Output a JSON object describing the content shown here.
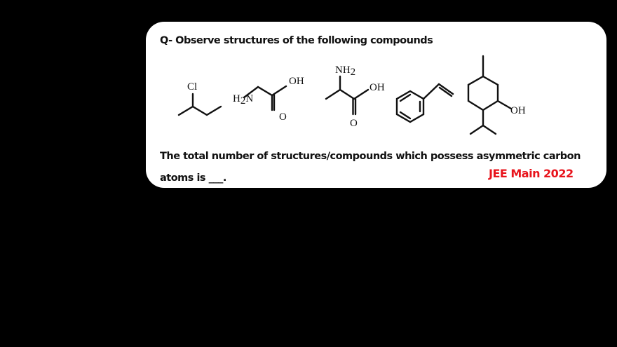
{
  "question": {
    "title": "Q- Observe structures of the following compounds",
    "line1": "The total number of structures/compounds which possess asymmetric carbon",
    "line2": "atoms is ___."
  },
  "badge": {
    "text": "JEE Main 2022",
    "color": "#e8141c"
  },
  "compounds": [
    {
      "name": "2-chlorobutane",
      "labels": [
        "Cl"
      ]
    },
    {
      "name": "glycine",
      "labels": [
        "H2N",
        "OH",
        "O"
      ]
    },
    {
      "name": "alanine",
      "labels": [
        "NH2",
        "OH",
        "O"
      ]
    },
    {
      "name": "styrene",
      "labels": []
    },
    {
      "name": "menthol",
      "labels": [
        "OH"
      ]
    }
  ],
  "colors": {
    "background": "#000000",
    "card": "#ffffff",
    "text": "#111111"
  }
}
